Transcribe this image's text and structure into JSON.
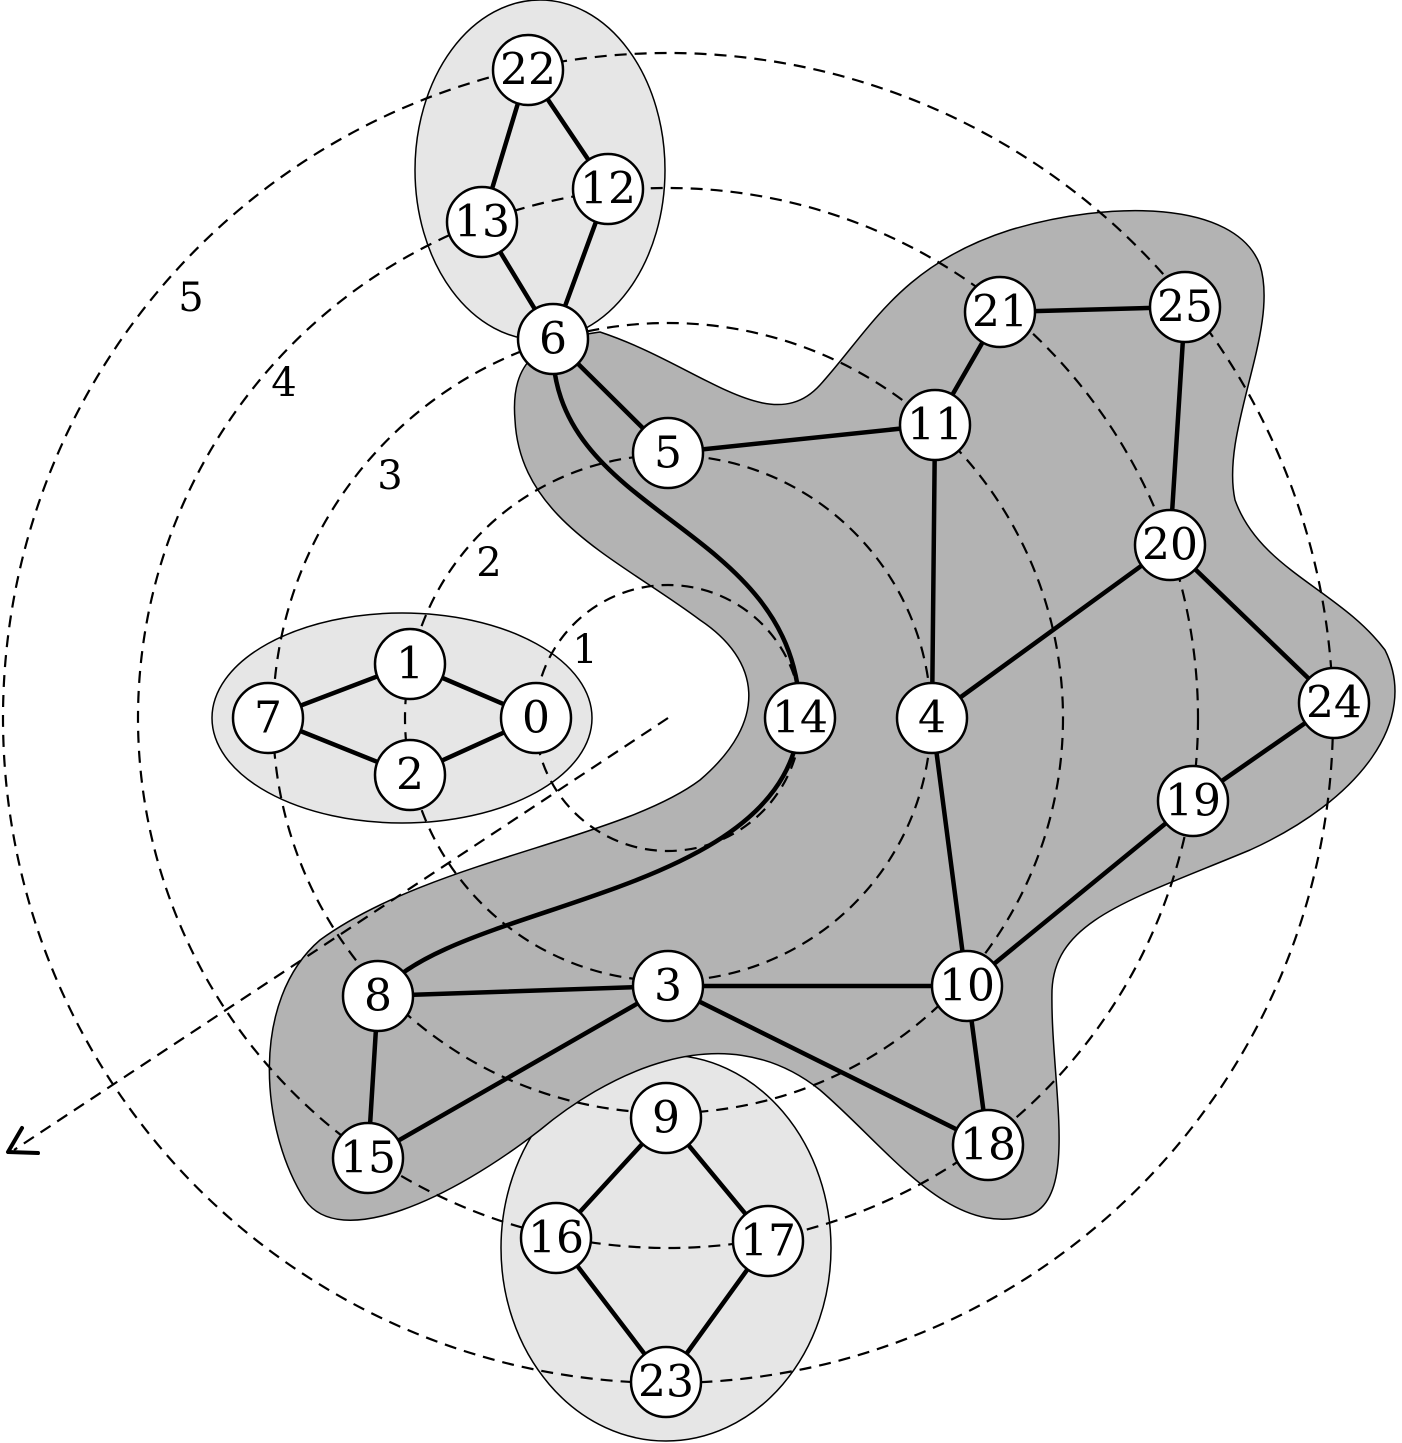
{
  "nodes": [
    {
      "id": "0"
    },
    {
      "id": "1"
    },
    {
      "id": "2"
    },
    {
      "id": "3"
    },
    {
      "id": "4"
    },
    {
      "id": "5"
    },
    {
      "id": "6"
    },
    {
      "id": "7"
    },
    {
      "id": "8"
    },
    {
      "id": "9"
    },
    {
      "id": "10"
    },
    {
      "id": "11"
    },
    {
      "id": "12"
    },
    {
      "id": "13"
    },
    {
      "id": "14"
    },
    {
      "id": "15"
    },
    {
      "id": "16"
    },
    {
      "id": "17"
    },
    {
      "id": "18"
    },
    {
      "id": "19"
    },
    {
      "id": "20"
    },
    {
      "id": "21"
    },
    {
      "id": "22"
    },
    {
      "id": "23"
    },
    {
      "id": "24"
    },
    {
      "id": "25"
    }
  ],
  "edges": [
    [
      "7",
      "1"
    ],
    [
      "7",
      "2"
    ],
    [
      "1",
      "0"
    ],
    [
      "2",
      "0"
    ],
    [
      "22",
      "13"
    ],
    [
      "22",
      "12"
    ],
    [
      "13",
      "6"
    ],
    [
      "12",
      "6"
    ],
    [
      "6",
      "5"
    ],
    [
      "6",
      "14"
    ],
    [
      "5",
      "11"
    ],
    [
      "11",
      "21"
    ],
    [
      "21",
      "25"
    ],
    [
      "25",
      "20"
    ],
    [
      "11",
      "4"
    ],
    [
      "4",
      "20"
    ],
    [
      "20",
      "24"
    ],
    [
      "24",
      "19"
    ],
    [
      "19",
      "10"
    ],
    [
      "4",
      "10"
    ],
    [
      "10",
      "18"
    ],
    [
      "3",
      "10"
    ],
    [
      "3",
      "18"
    ],
    [
      "8",
      "3"
    ],
    [
      "3",
      "15"
    ],
    [
      "8",
      "15"
    ],
    [
      "14",
      "8"
    ],
    [
      "9",
      "16"
    ],
    [
      "9",
      "17"
    ],
    [
      "16",
      "23"
    ],
    [
      "17",
      "23"
    ]
  ],
  "ring_labels": [
    "1",
    "2",
    "3",
    "4",
    "5"
  ],
  "colors": {
    "dark_region": "#b3b3b3",
    "light_region": "#e6e6e6"
  }
}
